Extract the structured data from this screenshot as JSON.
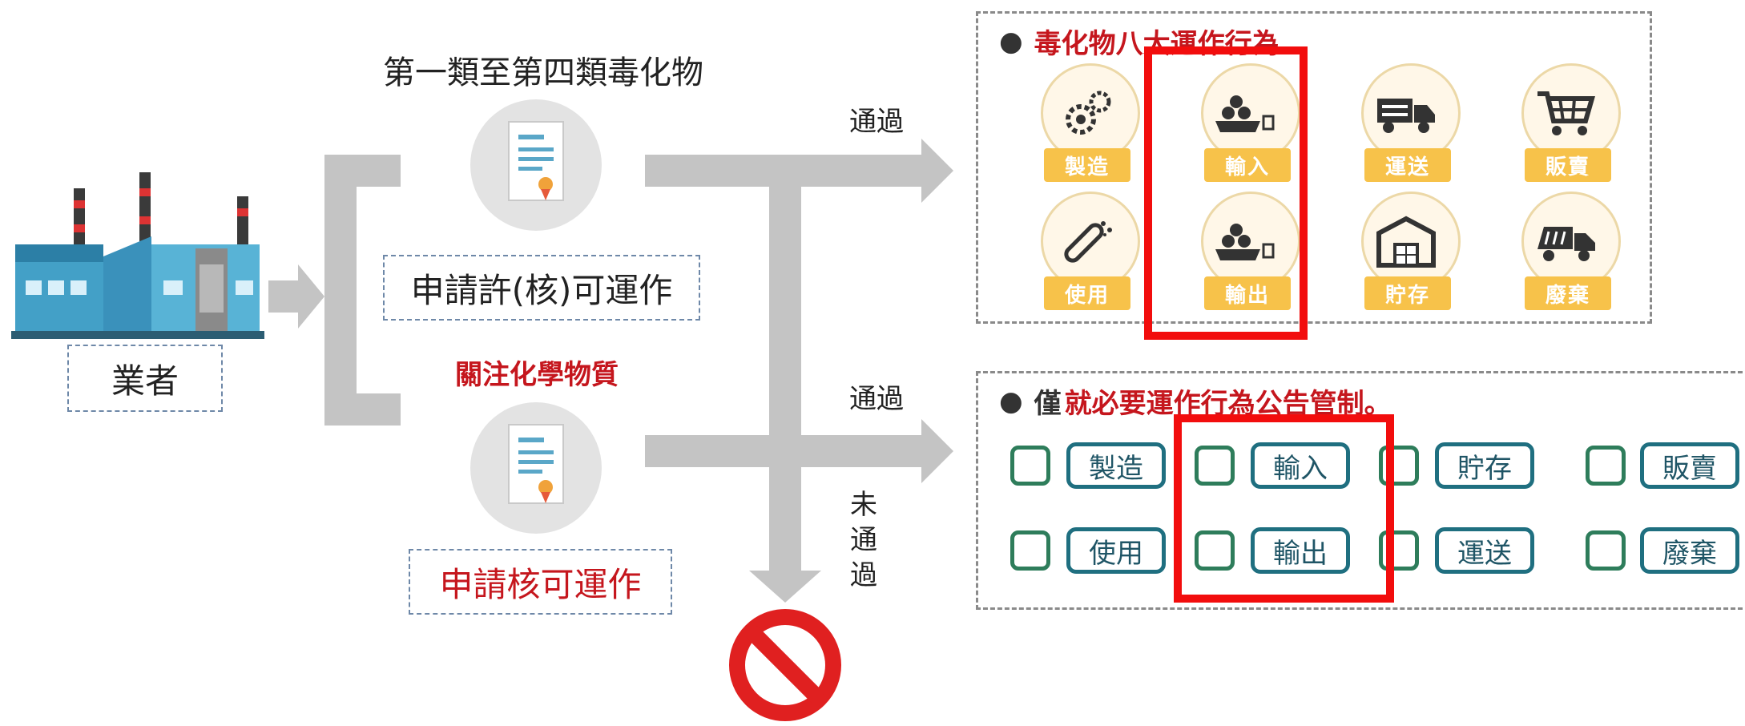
{
  "colors": {
    "accent_red": "#c5161d",
    "highlight_red": "#f20d0d",
    "arrow_gray": "#c4c4c4",
    "op_label_bg": "#f7c24a",
    "checkbox_border": "#2e7d5b",
    "tag_border": "#1f6f80"
  },
  "operator": {
    "label": "業者",
    "icon": "factory-icon"
  },
  "top_path": {
    "category": "第一類至第四類毒化物",
    "application": "申請許(核)可運作",
    "icon": "certificate-icon",
    "pass_label": "通過"
  },
  "bottom_path": {
    "category": "關注化學物質",
    "application": "申請核可運作",
    "icon": "certificate-icon",
    "pass_label": "通過"
  },
  "fail": {
    "label_chars": [
      "未",
      "通",
      "過"
    ],
    "icon": "prohibited-icon"
  },
  "toxic_panel": {
    "title": "毒化物八大運作行為",
    "operations": [
      {
        "label": "製造",
        "icon": "gears-icon"
      },
      {
        "label": "輸入",
        "icon": "ship-import-icon"
      },
      {
        "label": "運送",
        "icon": "truck-icon"
      },
      {
        "label": "販賣",
        "icon": "cart-icon"
      },
      {
        "label": "使用",
        "icon": "test-tube-icon"
      },
      {
        "label": "輸出",
        "icon": "ship-export-icon"
      },
      {
        "label": "貯存",
        "icon": "warehouse-icon"
      },
      {
        "label": "廢棄",
        "icon": "waste-truck-icon"
      }
    ]
  },
  "concern_panel": {
    "title_prefix": "僅",
    "title_main": "就必要運作行為公告管制。",
    "operations": [
      "製造",
      "輸入",
      "貯存",
      "販賣",
      "使用",
      "輸出",
      "運送",
      "廢棄"
    ]
  }
}
